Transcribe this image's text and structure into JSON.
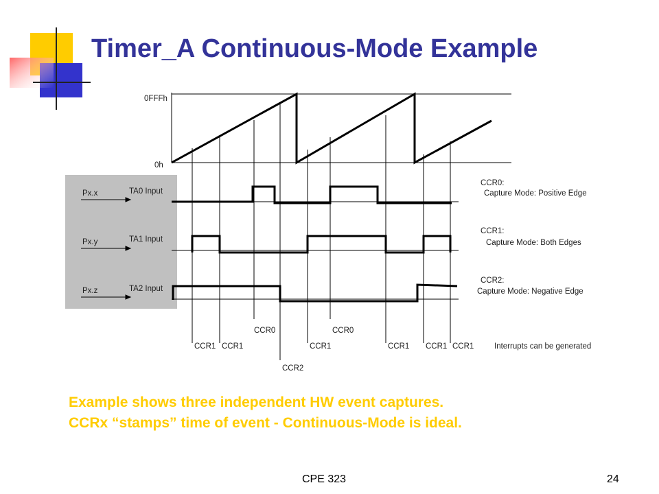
{
  "title": "Timer_A Continuous-Mode Example",
  "counter_axis": {
    "top_label": "0FFFh",
    "bottom_label": "0h"
  },
  "pins": [
    {
      "pin": "Px.x",
      "input": "TA0 Input"
    },
    {
      "pin": "Px.y",
      "input": "TA1 Input"
    },
    {
      "pin": "Px.z",
      "input": "TA2 Input"
    }
  ],
  "modes": [
    {
      "register": "CCR0:",
      "mode": "Capture Mode: Positive Edge"
    },
    {
      "register": "CCR1:",
      "mode": "Capture Mode: Both Edges"
    },
    {
      "register": "CCR2:",
      "mode": "Capture Mode: Negative Edge"
    }
  ],
  "capture_labels": {
    "ccr0_a": "CCR0",
    "ccr0_b": "CCR0",
    "ccr1_a": "CCR1",
    "ccr1_b": "CCR1",
    "ccr1_c": "CCR1",
    "ccr1_d": "CCR1",
    "ccr1_e": "CCR1",
    "ccr1_f": "CCR1",
    "ccr2": "CCR2"
  },
  "interrupt_note": "Interrupts can be generated",
  "caption_lines": [
    "Example shows three independent HW event captures.",
    "CCRx “stamps” time of event - Continuous-Mode is ideal."
  ],
  "footer": {
    "course": "CPE 323",
    "page": "24"
  },
  "colors": {
    "title": "#333399",
    "caption": "#ffcc00",
    "pin_panel": "#c0c0c0",
    "logo_yellow": "#ffcc00",
    "logo_blue": "#3333cc",
    "logo_red": "#ff3333"
  }
}
